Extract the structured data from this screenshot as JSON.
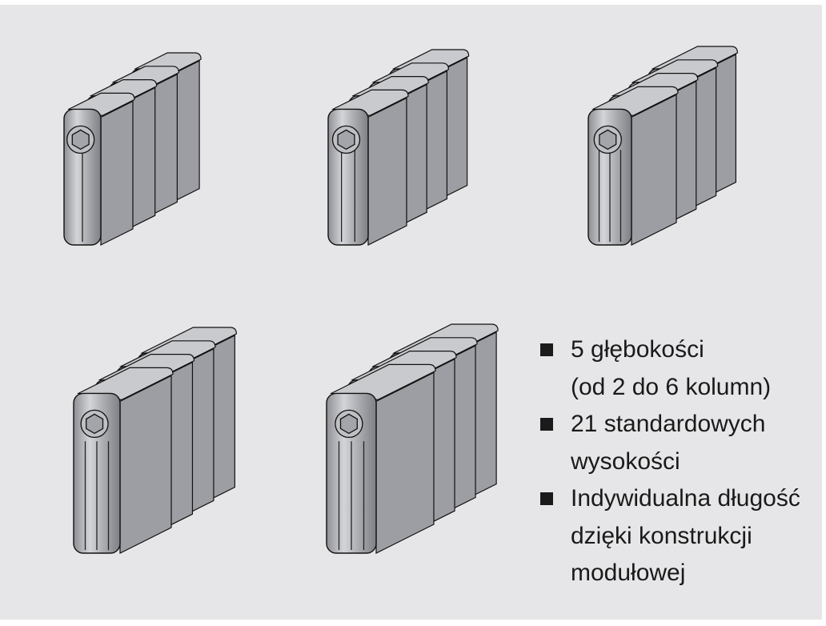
{
  "radiators": [
    {
      "name": "radiator-2-columns",
      "columns": 2,
      "sections": 4
    },
    {
      "name": "radiator-3-columns",
      "columns": 3,
      "sections": 4
    },
    {
      "name": "radiator-4-columns",
      "columns": 4,
      "sections": 4
    },
    {
      "name": "radiator-5-columns",
      "columns": 5,
      "sections": 4
    },
    {
      "name": "radiator-6-columns",
      "columns": 6,
      "sections": 4
    }
  ],
  "features": [
    {
      "lines": [
        "5 głębokości",
        "(od 2 do 6 kolumn)"
      ]
    },
    {
      "lines": [
        "21 standardowych",
        "wysokości"
      ]
    },
    {
      "lines": [
        "Indywidualna długość",
        "dzięki konstrukcji",
        "modułowej"
      ]
    }
  ],
  "colors": {
    "background": "#e6e6e8",
    "text": "#1a1a1a",
    "metal": "#a9abb0"
  }
}
